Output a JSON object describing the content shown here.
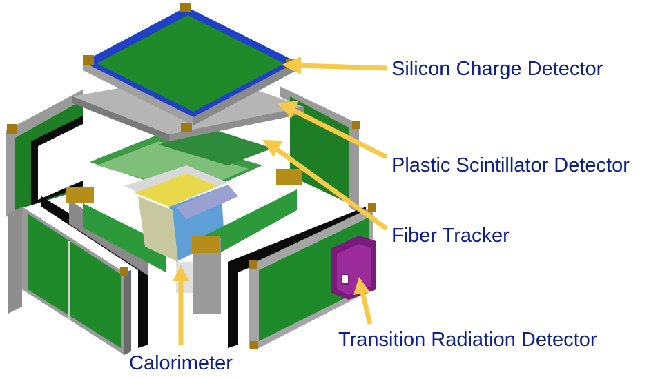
{
  "labels": {
    "silicon_charge_detector": "Silicon Charge Detector",
    "plastic_scintillator_detector": "Plastic Scintillator Detector",
    "fiber_tracker": "Fiber Tracker",
    "transition_radiation_detector": "Transition Radiation Detector",
    "calorimeter": "Calorimeter"
  },
  "colors": {
    "label_text": "#0d1f8c",
    "arrow": "#f7c948",
    "panel_green": "#1f8a2a",
    "frame_gray": "#b9b9b9",
    "silicon_blue": "#2140c8",
    "trd_box_purple": "#8a1f8a",
    "corner_gold": "#a07a10"
  }
}
